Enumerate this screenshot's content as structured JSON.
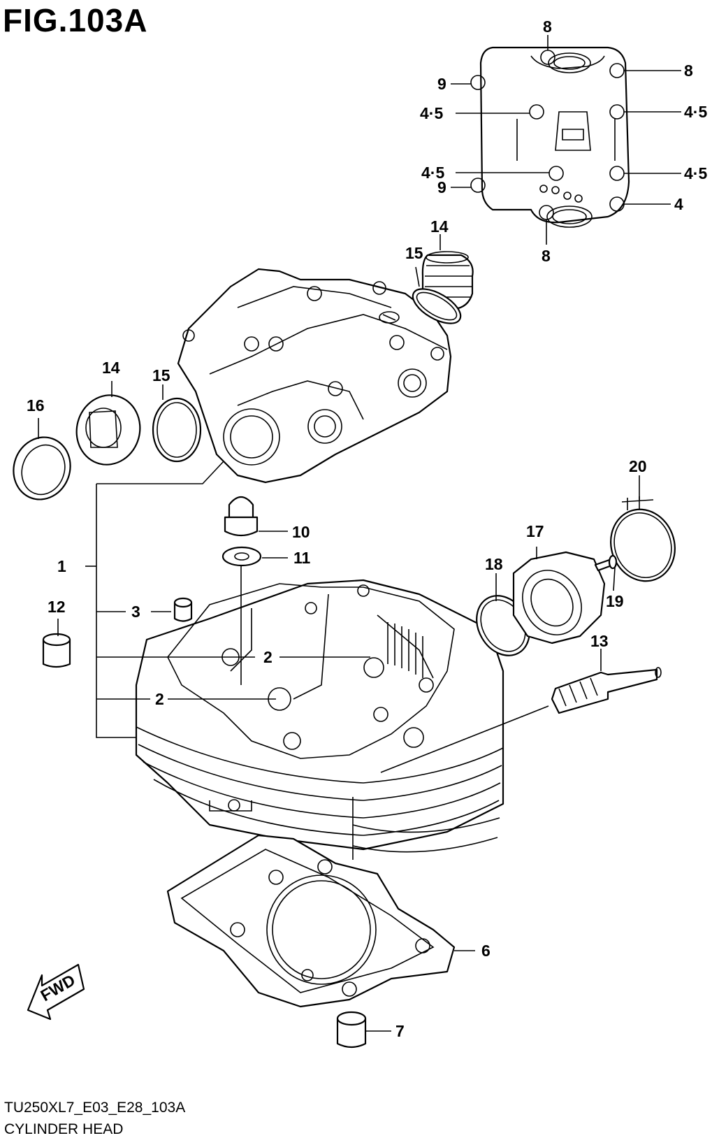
{
  "figure": {
    "title": "FIG.103A",
    "code": "TU250XL7_E03_E28_103A",
    "name": "CYLINDER HEAD",
    "direction_label": "FWD"
  },
  "callouts": [
    {
      "id": "c1",
      "label": "1"
    },
    {
      "id": "c2a",
      "label": "2"
    },
    {
      "id": "c2b",
      "label": "2"
    },
    {
      "id": "c3",
      "label": "3"
    },
    {
      "id": "c4",
      "label": "4"
    },
    {
      "id": "c45a",
      "label": "4·5"
    },
    {
      "id": "c45b",
      "label": "4·5"
    },
    {
      "id": "c45c",
      "label": "4·5"
    },
    {
      "id": "c45d",
      "label": "4·5"
    },
    {
      "id": "c6",
      "label": "6"
    },
    {
      "id": "c7",
      "label": "7"
    },
    {
      "id": "c8a",
      "label": "8"
    },
    {
      "id": "c8b",
      "label": "8"
    },
    {
      "id": "c8c",
      "label": "8"
    },
    {
      "id": "c9a",
      "label": "9"
    },
    {
      "id": "c9b",
      "label": "9"
    },
    {
      "id": "c10",
      "label": "10"
    },
    {
      "id": "c11",
      "label": "11"
    },
    {
      "id": "c12",
      "label": "12"
    },
    {
      "id": "c13",
      "label": "13"
    },
    {
      "id": "c14a",
      "label": "14"
    },
    {
      "id": "c14b",
      "label": "14"
    },
    {
      "id": "c15a",
      "label": "15"
    },
    {
      "id": "c15b",
      "label": "15"
    },
    {
      "id": "c16",
      "label": "16"
    },
    {
      "id": "c17",
      "label": "17"
    },
    {
      "id": "c18",
      "label": "18"
    },
    {
      "id": "c19",
      "label": "19"
    },
    {
      "id": "c20",
      "label": "20"
    }
  ]
}
